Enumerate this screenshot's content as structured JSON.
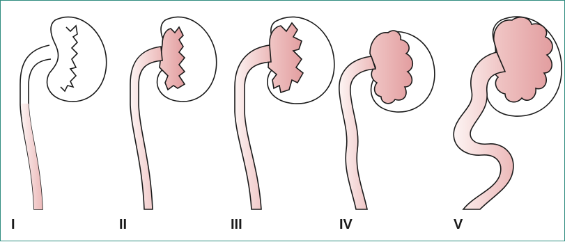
{
  "diagram": {
    "stages": [
      {
        "label": "I"
      },
      {
        "label": "II"
      },
      {
        "label": "III"
      },
      {
        "label": "IV"
      },
      {
        "label": "V"
      }
    ],
    "colors": {
      "frame_border": "#2e8c7f",
      "outline": "#1a1a1a",
      "fill_light": "#fbeceb",
      "fill_dark": "#e7a9aa"
    }
  }
}
